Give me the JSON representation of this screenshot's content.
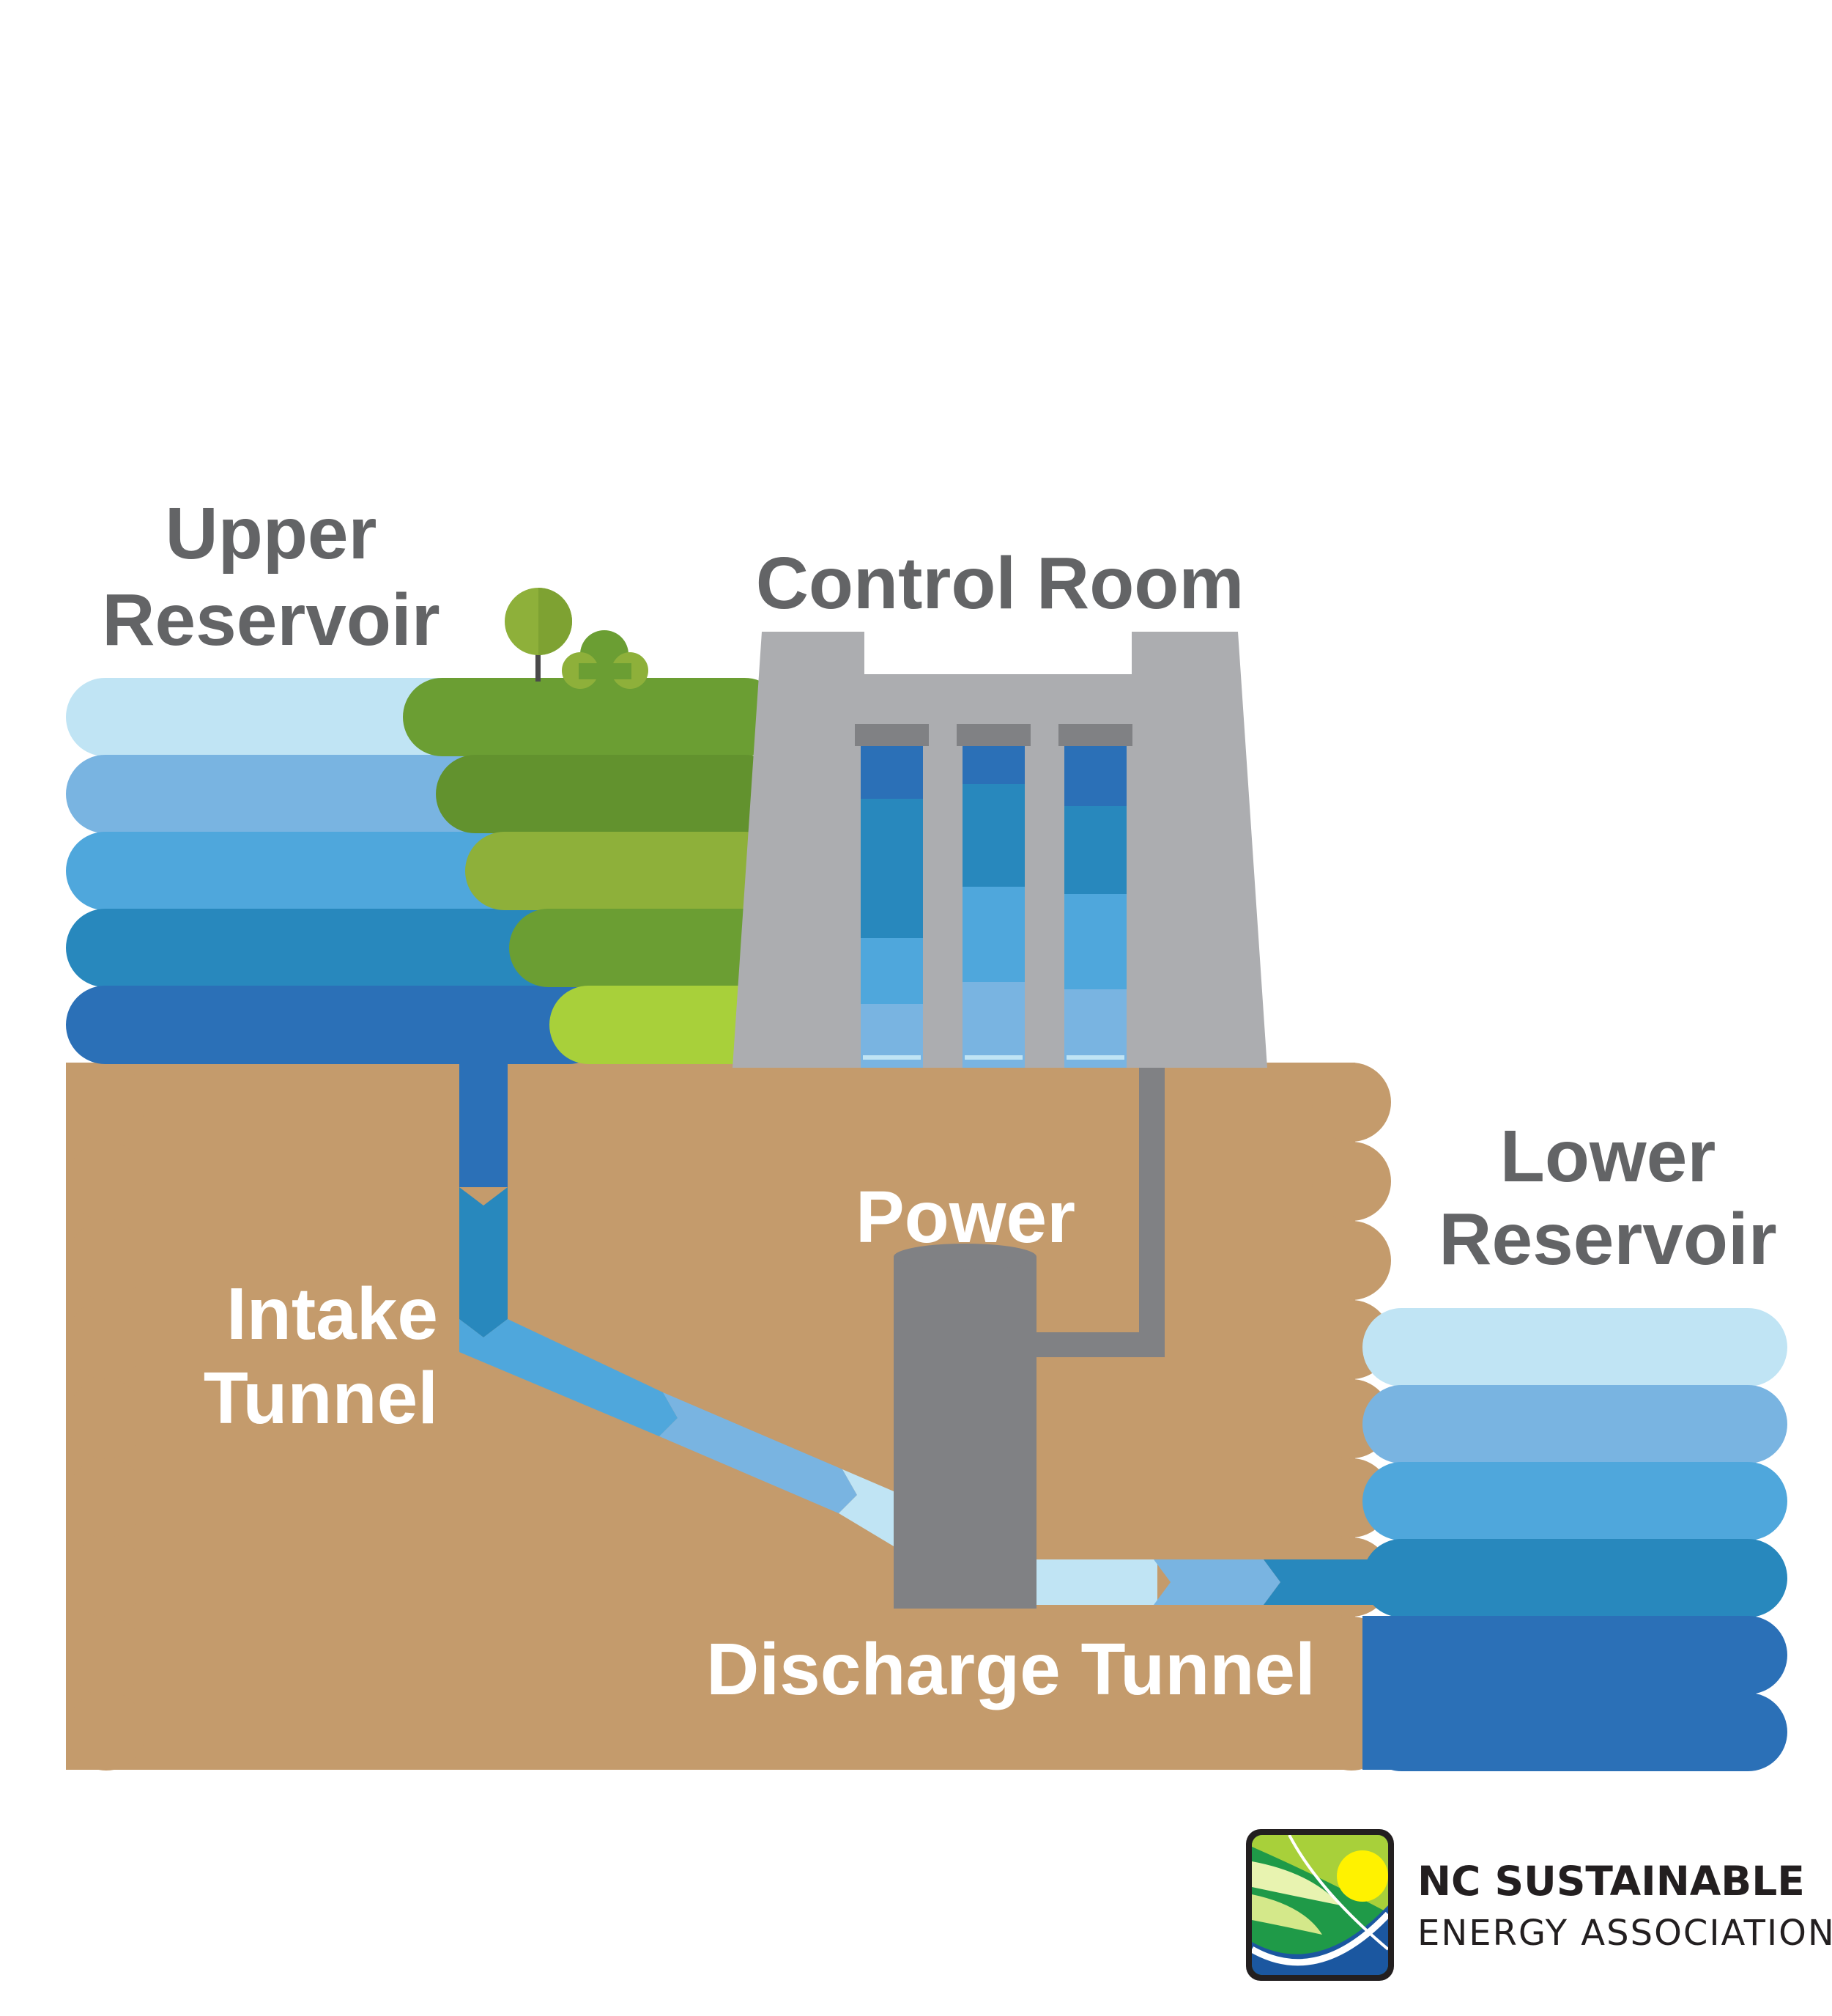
{
  "labels": {
    "upper_reservoir": [
      "Upper",
      "Reservoir"
    ],
    "control_room": "Control Room",
    "lower_reservoir": [
      "Lower",
      "Reservoir"
    ],
    "power": "Power",
    "intake_tunnel": [
      "Intake",
      "Tunnel"
    ],
    "discharge_tunnel": "Discharge Tunnel"
  },
  "logo": {
    "line1": "NC SUSTAINABLE",
    "line2": "ENERGY ASSOCIATION"
  },
  "colors": {
    "water_1": "#c0e4f4",
    "water_2": "#79b4e1",
    "water_3": "#4fa7dc",
    "water_4": "#2888bd",
    "water_5": "#2b70b7",
    "ground": "#c49b6c",
    "grass_1": "#6b9e33",
    "grass_2": "#62922e",
    "grass_3": "#8eb03a",
    "grass_4": "#6b9e33",
    "grass_5": "#a8d03a",
    "dam": "#acadb0",
    "powerhouse": "#808184",
    "label_dark": "#636466"
  }
}
